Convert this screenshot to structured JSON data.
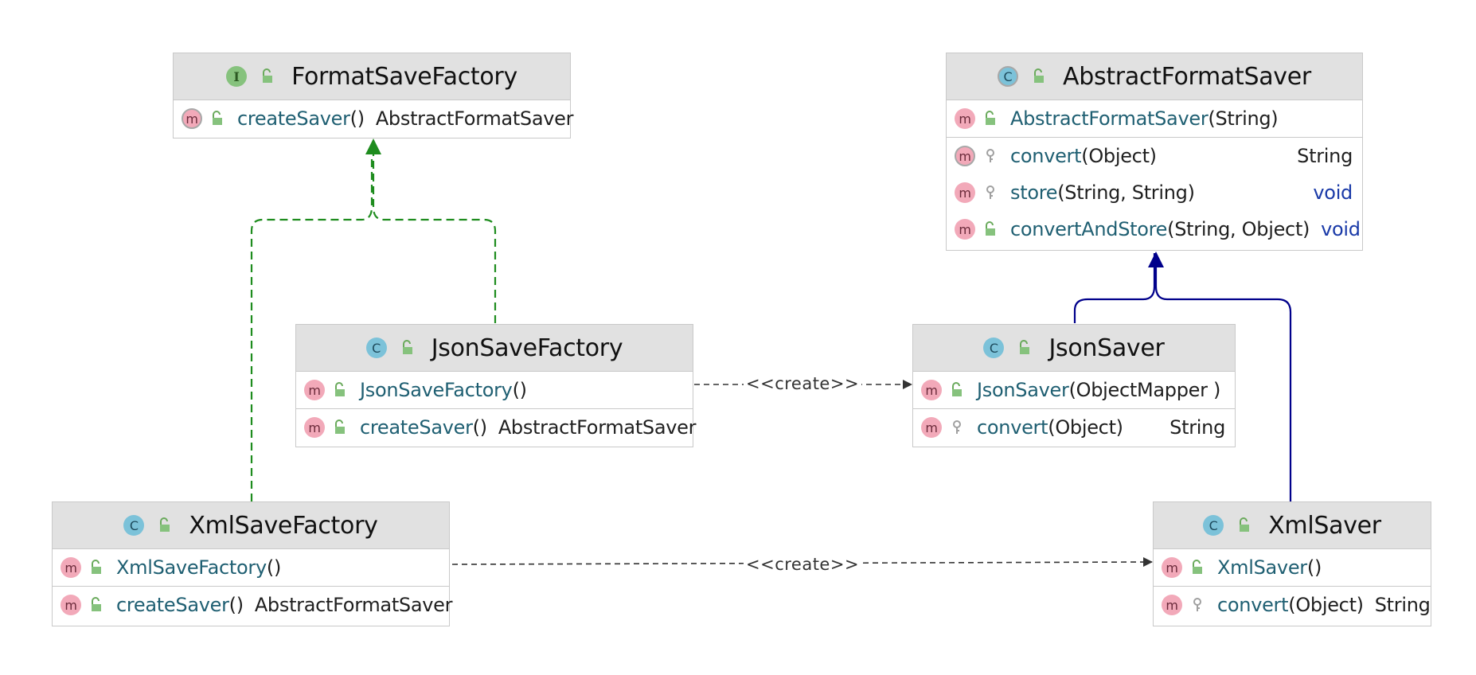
{
  "classes": {
    "format_save_factory": {
      "kind_letter": "I",
      "name": "FormatSaveFactory",
      "methods": [
        {
          "badge": "m",
          "name": "createSaver",
          "params": "()",
          "return": "AbstractFormatSaver"
        }
      ]
    },
    "abstract_format_saver": {
      "kind_letter": "C",
      "name": "AbstractFormatSaver",
      "constructors": [
        {
          "badge": "m",
          "name": "AbstractFormatSaver",
          "params": "(String)"
        }
      ],
      "methods": [
        {
          "badge": "m",
          "name": "convert",
          "params": "(Object)",
          "return": "String"
        },
        {
          "badge": "m",
          "name": "store",
          "params": "(String, String)",
          "return": "void"
        },
        {
          "badge": "m",
          "name": "convertAndStore",
          "params": "(String, Object)",
          "return": "void"
        }
      ]
    },
    "json_save_factory": {
      "kind_letter": "C",
      "name": "JsonSaveFactory",
      "constructors": [
        {
          "badge": "m",
          "name": "JsonSaveFactory",
          "params": "()"
        }
      ],
      "methods": [
        {
          "badge": "m",
          "name": "createSaver",
          "params": "()",
          "return": "AbstractFormatSaver"
        }
      ]
    },
    "json_saver": {
      "kind_letter": "C",
      "name": "JsonSaver",
      "constructors": [
        {
          "badge": "m",
          "name": "JsonSaver",
          "params": "(ObjectMapper )"
        }
      ],
      "methods": [
        {
          "badge": "m",
          "name": "convert",
          "params": "(Object)",
          "return": "String"
        }
      ]
    },
    "xml_save_factory": {
      "kind_letter": "C",
      "name": "XmlSaveFactory",
      "constructors": [
        {
          "badge": "m",
          "name": "XmlSaveFactory",
          "params": "()"
        }
      ],
      "methods": [
        {
          "badge": "m",
          "name": "createSaver",
          "params": "()",
          "return": "AbstractFormatSaver"
        }
      ]
    },
    "xml_saver": {
      "kind_letter": "C",
      "name": "XmlSaver",
      "constructors": [
        {
          "badge": "m",
          "name": "XmlSaver",
          "params": "()"
        }
      ],
      "methods": [
        {
          "badge": "m",
          "name": "convert",
          "params": "(Object)",
          "return": "String"
        }
      ]
    }
  },
  "edges": {
    "create_label_json": "<<create>>",
    "create_label_xml": "<<create>>"
  },
  "colors": {
    "realization_edge": "#1e8c1e",
    "inheritance_edge": "#00008b",
    "dependency_edge": "#333333",
    "header_bg": "#e1e1e1",
    "method_name": "#1f5f72",
    "keyword_type": "#1a3aa8"
  },
  "icons": {
    "interface": "interface-icon",
    "class": "class-icon",
    "abstract_class": "abstract-class-icon",
    "method": "method-icon",
    "public_visibility": "unlocked-lock-icon",
    "protected_visibility": "key-icon"
  }
}
